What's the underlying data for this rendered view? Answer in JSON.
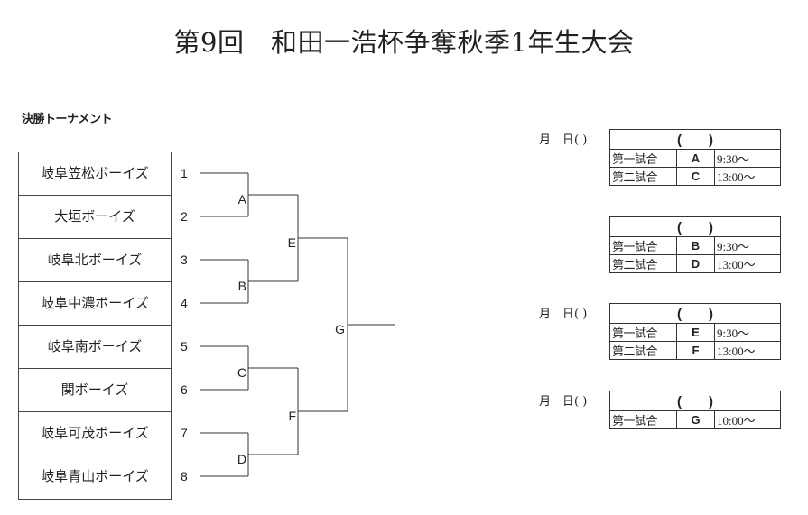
{
  "title": "第9回　和田一浩杯争奪秋季1年生大会",
  "subtitle": "決勝トーナメント",
  "teams": [
    {
      "seed": "1",
      "name": "岐阜笠松ボーイズ"
    },
    {
      "seed": "2",
      "name": "大垣ボーイズ"
    },
    {
      "seed": "3",
      "name": "岐阜北ボーイズ"
    },
    {
      "seed": "4",
      "name": "岐阜中濃ボーイズ"
    },
    {
      "seed": "5",
      "name": "岐阜南ボーイズ"
    },
    {
      "seed": "6",
      "name": "関ボーイズ"
    },
    {
      "seed": "7",
      "name": "岐阜可茂ボーイズ"
    },
    {
      "seed": "8",
      "name": "岐阜青山ボーイズ"
    }
  ],
  "matches": {
    "round1": [
      "A",
      "B",
      "C",
      "D"
    ],
    "semifinal": [
      "E",
      "F"
    ],
    "final": "G"
  },
  "schedule": [
    {
      "date_label": "月　日(  )",
      "venue": "(　　)",
      "games": [
        {
          "label": "第一試合",
          "match": "A",
          "time": "9:30～"
        },
        {
          "label": "第二試合",
          "match": "C",
          "time": "13:00～"
        }
      ]
    },
    {
      "date_label": "",
      "venue": "(　　)",
      "games": [
        {
          "label": "第一試合",
          "match": "B",
          "time": "9:30～"
        },
        {
          "label": "第二試合",
          "match": "D",
          "time": "13:00～"
        }
      ]
    },
    {
      "date_label": "月　日(  )",
      "venue": "(　　)",
      "games": [
        {
          "label": "第一試合",
          "match": "E",
          "time": "9:30～"
        },
        {
          "label": "第二試合",
          "match": "F",
          "time": "13:00～"
        }
      ]
    },
    {
      "date_label": "月　日(  )",
      "venue": "(　　)",
      "games": [
        {
          "label": "第一試合",
          "match": "G",
          "time": "10:00～"
        }
      ]
    }
  ]
}
